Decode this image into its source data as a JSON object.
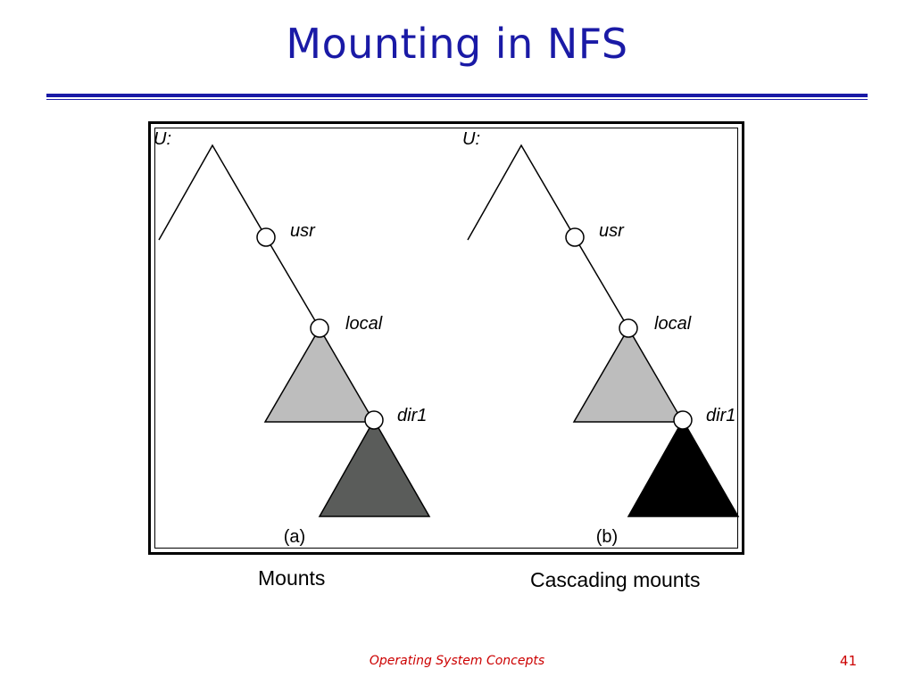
{
  "slide": {
    "title": "Mounting in NFS",
    "footer": "Operating System Concepts",
    "page_number": "41"
  },
  "diagram": {
    "panel_a": {
      "root_label": "U:",
      "nodes": [
        "usr",
        "local",
        "dir1"
      ],
      "panel_label": "(a)",
      "caption": "Mounts"
    },
    "panel_b": {
      "root_label": "U:",
      "nodes": [
        "usr",
        "local",
        "dir1"
      ],
      "panel_label": "(b)",
      "caption": "Cascading mounts"
    }
  },
  "colors": {
    "title": "#1a1aa6",
    "footer": "#cc0000",
    "local_tree_fill": "#bdbdbd",
    "mounted_tree_fill_a": "#5a5c5a",
    "mounted_tree_fill_b": "#000000"
  }
}
